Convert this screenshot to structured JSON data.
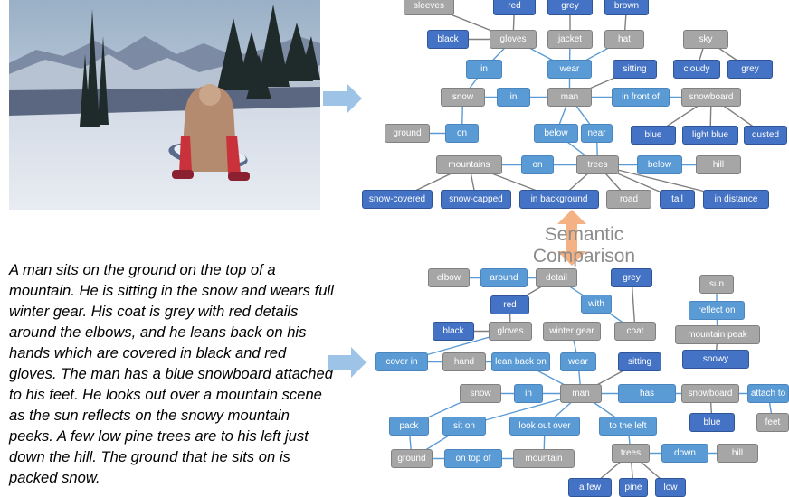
{
  "caption": "A man sits on the ground on the top of a mountain.  He is sitting in the snow and wears full winter gear.   His coat is grey with red details around the elbows, and he leans back on his hands which are covered in black and red gloves.  The man has a blue snowboard attached to his feet. He looks out over a mountain scene as the sun reflects on the snowy mountain peeks.  A few low pine trees are to his left just down the hill.  The ground that he sits on is packed snow.",
  "comparison_label": "Semantic Comparison",
  "colors": {
    "object": "#a6a6a6",
    "relation": "#5b9bd5",
    "attribute": "#4472c4",
    "edge": "#7f7f7f",
    "edge_blue": "#5b9bd5",
    "arrow": "#9dc3e6",
    "compare_arrow": "#f4b183"
  },
  "top_graph": {
    "nodes": [
      {
        "id": "sleeves",
        "label": "sleeves",
        "type": "obj"
      },
      {
        "id": "red",
        "label": "red",
        "type": "attr"
      },
      {
        "id": "grey1",
        "label": "grey",
        "type": "attr"
      },
      {
        "id": "brown",
        "label": "brown",
        "type": "attr"
      },
      {
        "id": "black",
        "label": "black",
        "type": "attr"
      },
      {
        "id": "gloves",
        "label": "gloves",
        "type": "obj"
      },
      {
        "id": "jacket",
        "label": "jacket",
        "type": "obj"
      },
      {
        "id": "hat",
        "label": "hat",
        "type": "obj"
      },
      {
        "id": "sky",
        "label": "sky",
        "type": "obj"
      },
      {
        "id": "in1",
        "label": "in",
        "type": "rel"
      },
      {
        "id": "wear",
        "label": "wear",
        "type": "rel"
      },
      {
        "id": "sitting",
        "label": "sitting",
        "type": "attr"
      },
      {
        "id": "cloudy",
        "label": "cloudy",
        "type": "attr"
      },
      {
        "id": "grey2",
        "label": "grey",
        "type": "attr"
      },
      {
        "id": "snow",
        "label": "snow",
        "type": "obj"
      },
      {
        "id": "in2",
        "label": "in",
        "type": "rel"
      },
      {
        "id": "man",
        "label": "man",
        "type": "obj"
      },
      {
        "id": "infront",
        "label": "in front of",
        "type": "rel"
      },
      {
        "id": "snowboard",
        "label": "snowboard",
        "type": "obj"
      },
      {
        "id": "ground",
        "label": "ground",
        "type": "obj"
      },
      {
        "id": "on1",
        "label": "on",
        "type": "rel"
      },
      {
        "id": "below1",
        "label": "below",
        "type": "rel"
      },
      {
        "id": "near",
        "label": "near",
        "type": "rel"
      },
      {
        "id": "blue",
        "label": "blue",
        "type": "attr"
      },
      {
        "id": "lightblue",
        "label": "light blue",
        "type": "attr"
      },
      {
        "id": "dusted",
        "label": "dusted",
        "type": "attr"
      },
      {
        "id": "mountains",
        "label": "mountains",
        "type": "obj"
      },
      {
        "id": "on2",
        "label": "on",
        "type": "rel"
      },
      {
        "id": "trees",
        "label": "trees",
        "type": "obj"
      },
      {
        "id": "below2",
        "label": "below",
        "type": "rel"
      },
      {
        "id": "hill",
        "label": "hill",
        "type": "obj"
      },
      {
        "id": "snowcovered",
        "label": "snow-covered",
        "type": "attr"
      },
      {
        "id": "snowcapped",
        "label": "snow-capped",
        "type": "attr"
      },
      {
        "id": "inbackground",
        "label": "in background",
        "type": "attr"
      },
      {
        "id": "road",
        "label": "road",
        "type": "obj"
      },
      {
        "id": "tall",
        "label": "tall",
        "type": "attr"
      },
      {
        "id": "indistance",
        "label": "in distance",
        "type": "attr"
      }
    ],
    "edges": [
      [
        "sleeves",
        "gloves"
      ],
      [
        "red",
        "gloves"
      ],
      [
        "grey1",
        "jacket"
      ],
      [
        "brown",
        "hat"
      ],
      [
        "black",
        "gloves"
      ],
      [
        "gloves",
        "in1"
      ],
      [
        "gloves",
        "wear"
      ],
      [
        "jacket",
        "wear"
      ],
      [
        "hat",
        "wear"
      ],
      [
        "sky",
        "cloudy"
      ],
      [
        "sky",
        "grey2"
      ],
      [
        "in1",
        "snow"
      ],
      [
        "wear",
        "man"
      ],
      [
        "sitting",
        "man"
      ],
      [
        "snow",
        "in2"
      ],
      [
        "in2",
        "man"
      ],
      [
        "man",
        "infront"
      ],
      [
        "infront",
        "snowboard"
      ],
      [
        "snowboard",
        "blue"
      ],
      [
        "snowboard",
        "lightblue"
      ],
      [
        "snowboard",
        "dusted"
      ],
      [
        "snow",
        "on1"
      ],
      [
        "on1",
        "ground"
      ],
      [
        "man",
        "below1"
      ],
      [
        "man",
        "near"
      ],
      [
        "below1",
        "trees"
      ],
      [
        "near",
        "trees"
      ],
      [
        "mountains",
        "on2"
      ],
      [
        "on2",
        "trees"
      ],
      [
        "trees",
        "below2"
      ],
      [
        "below2",
        "hill"
      ],
      [
        "mountains",
        "snowcovered"
      ],
      [
        "mountains",
        "snowcapped"
      ],
      [
        "mountains",
        "inbackground"
      ],
      [
        "trees",
        "inbackground"
      ],
      [
        "trees",
        "road"
      ],
      [
        "trees",
        "tall"
      ],
      [
        "trees",
        "indistance"
      ]
    ]
  },
  "bottom_graph": {
    "nodes": [
      {
        "id": "elbow",
        "label": "elbow",
        "type": "obj"
      },
      {
        "id": "around",
        "label": "around",
        "type": "rel"
      },
      {
        "id": "detail",
        "label": "detail",
        "type": "obj"
      },
      {
        "id": "bgrey",
        "label": "grey",
        "type": "attr"
      },
      {
        "id": "sun",
        "label": "sun",
        "type": "obj"
      },
      {
        "id": "bred",
        "label": "red",
        "type": "attr"
      },
      {
        "id": "with",
        "label": "with",
        "type": "rel"
      },
      {
        "id": "reflecton",
        "label": "reflect on",
        "type": "rel"
      },
      {
        "id": "bblack",
        "label": "black",
        "type": "attr"
      },
      {
        "id": "bgloves",
        "label": "gloves",
        "type": "obj"
      },
      {
        "id": "wintergear",
        "label": "winter gear",
        "type": "obj"
      },
      {
        "id": "coat",
        "label": "coat",
        "type": "obj"
      },
      {
        "id": "mountainpeak",
        "label": "mountain peak",
        "type": "obj"
      },
      {
        "id": "coverin",
        "label": "cover in",
        "type": "rel"
      },
      {
        "id": "hand",
        "label": "hand",
        "type": "obj"
      },
      {
        "id": "leanbackon",
        "label": "lean back on",
        "type": "rel"
      },
      {
        "id": "bwear",
        "label": "wear",
        "type": "rel"
      },
      {
        "id": "bsitting",
        "label": "sitting",
        "type": "attr"
      },
      {
        "id": "snowy",
        "label": "snowy",
        "type": "attr"
      },
      {
        "id": "bsnow",
        "label": "snow",
        "type": "obj"
      },
      {
        "id": "bin",
        "label": "in",
        "type": "rel"
      },
      {
        "id": "bman",
        "label": "man",
        "type": "obj"
      },
      {
        "id": "has",
        "label": "has",
        "type": "rel"
      },
      {
        "id": "bsnowboard",
        "label": "snowboard",
        "type": "obj"
      },
      {
        "id": "attachto",
        "label": "attach to",
        "type": "rel"
      },
      {
        "id": "pack",
        "label": "pack",
        "type": "rel"
      },
      {
        "id": "siton",
        "label": "sit on",
        "type": "rel"
      },
      {
        "id": "lookoutover",
        "label": "look out over",
        "type": "rel"
      },
      {
        "id": "totheleft",
        "label": "to the left",
        "type": "rel"
      },
      {
        "id": "bblue",
        "label": "blue",
        "type": "attr"
      },
      {
        "id": "feet",
        "label": "feet",
        "type": "obj"
      },
      {
        "id": "bground",
        "label": "ground",
        "type": "obj"
      },
      {
        "id": "ontopof",
        "label": "on top of",
        "type": "rel"
      },
      {
        "id": "mountain",
        "label": "mountain",
        "type": "obj"
      },
      {
        "id": "btrees",
        "label": "trees",
        "type": "obj"
      },
      {
        "id": "down",
        "label": "down",
        "type": "rel"
      },
      {
        "id": "bhill",
        "label": "hill",
        "type": "obj"
      },
      {
        "id": "afew",
        "label": "a few",
        "type": "attr"
      },
      {
        "id": "pine",
        "label": "pine",
        "type": "attr"
      },
      {
        "id": "low",
        "label": "low",
        "type": "attr"
      }
    ],
    "edges": [
      [
        "elbow",
        "around"
      ],
      [
        "around",
        "detail"
      ],
      [
        "detail",
        "bred"
      ],
      [
        "detail",
        "with"
      ],
      [
        "with",
        "coat"
      ],
      [
        "bgrey",
        "coat"
      ],
      [
        "sun",
        "reflecton"
      ],
      [
        "reflecton",
        "mountainpeak"
      ],
      [
        "mountainpeak",
        "snowy"
      ],
      [
        "bblack",
        "bgloves"
      ],
      [
        "bred",
        "bgloves"
      ],
      [
        "bgloves",
        "coverin"
      ],
      [
        "coverin",
        "hand"
      ],
      [
        "hand",
        "leanbackon"
      ],
      [
        "leanbackon",
        "bman"
      ],
      [
        "wintergear",
        "bwear"
      ],
      [
        "bwear",
        "bman"
      ],
      [
        "bsitting",
        "bman"
      ],
      [
        "bsnow",
        "bin"
      ],
      [
        "bin",
        "bman"
      ],
      [
        "bman",
        "has"
      ],
      [
        "has",
        "bsnowboard"
      ],
      [
        "bsnowboard",
        "attachto"
      ],
      [
        "attachto",
        "feet"
      ],
      [
        "bsnowboard",
        "bblue"
      ],
      [
        "bman",
        "siton"
      ],
      [
        "bman",
        "lookoutover"
      ],
      [
        "bman",
        "totheleft"
      ],
      [
        "bsnow",
        "pack"
      ],
      [
        "siton",
        "bground"
      ],
      [
        "pack",
        "bground"
      ],
      [
        "bground",
        "ontopof"
      ],
      [
        "ontopof",
        "mountain"
      ],
      [
        "lookoutover",
        "mountain"
      ],
      [
        "totheleft",
        "btrees"
      ],
      [
        "btrees",
        "down"
      ],
      [
        "down",
        "bhill"
      ],
      [
        "btrees",
        "afew"
      ],
      [
        "btrees",
        "pine"
      ],
      [
        "btrees",
        "low"
      ]
    ]
  }
}
